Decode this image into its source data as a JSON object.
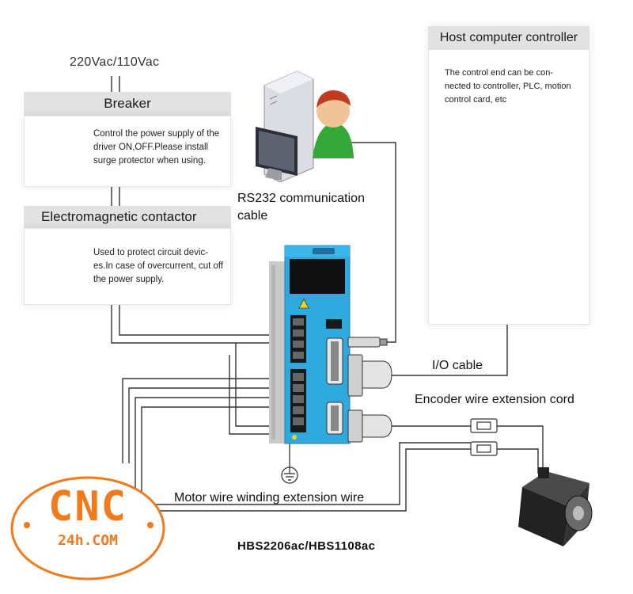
{
  "power": {
    "supply_label": "220Vac/110Vac"
  },
  "breaker": {
    "title": "Breaker",
    "description": "Control the power supply of the driver ON,OFF.Please install surge protector when using.",
    "icon": "breaker-icon"
  },
  "contactor": {
    "title": "Electromagnetic contactor",
    "description": "Used to protect circuit devic-es.In case of overcurrent, cut off the power supply.",
    "icon": "contactor-icon"
  },
  "host": {
    "title": "Host computer controller",
    "description": "The control end can be con-nected to controller, PLC, motion control card, etc",
    "devices": [
      "hmi-touchscreen-icon",
      "plc-rack-icon",
      "industrial-pc-icon"
    ]
  },
  "connections": {
    "rs232": "RS232 communication cable",
    "io": "I/O cable",
    "encoder": "Encoder wire extension cord",
    "motor": "Motor wire winding extension wire"
  },
  "driver": {
    "model": "HBS2206ac/HBS1108ac",
    "color": "#2fa9dd"
  },
  "logo": {
    "text": "CNC",
    "subtext": "24h.COM",
    "color": "#f07a1c"
  }
}
